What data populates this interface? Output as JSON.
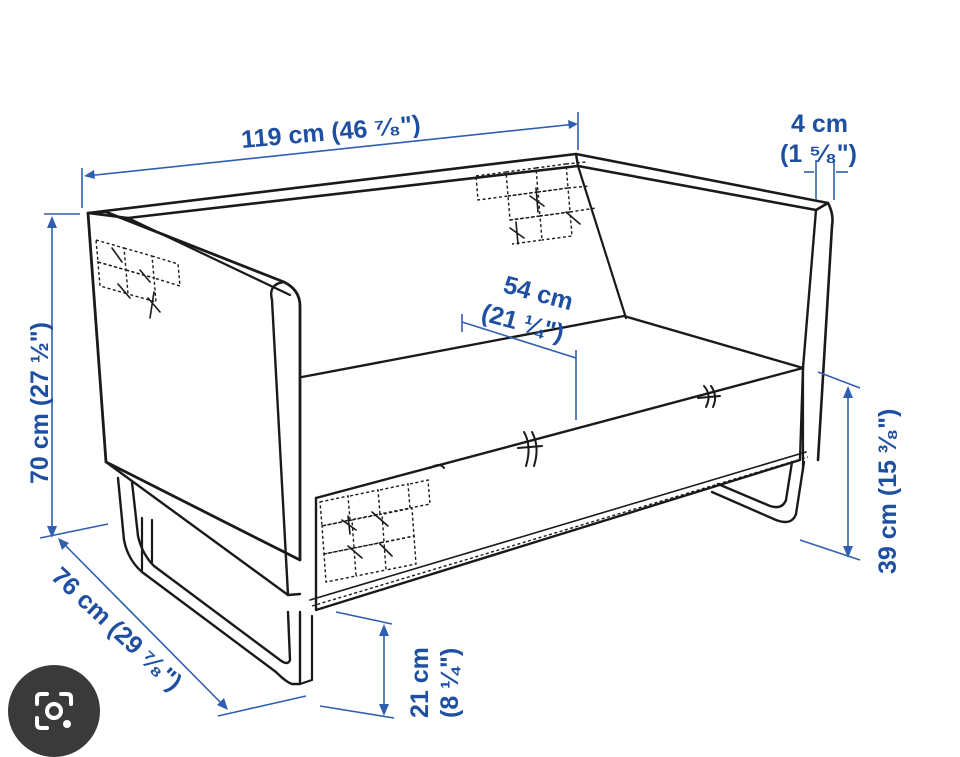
{
  "dimensions": {
    "width": "119 cm (46 ⁷⁄₈\")",
    "thickness_cm": "4 cm",
    "thickness_in": "(1 ⁵⁄₈\")",
    "seat_depth_cm": "54 cm",
    "seat_depth_in": "(21 ¼\")",
    "height": "70 cm (27 ½\")",
    "seat_height": "39 cm (15 ³⁄₈\")",
    "depth": "76 cm (29 ⁷⁄₈\")",
    "leg_height_cm": "21 cm",
    "leg_height_in": "(8 ¼\")"
  },
  "colors": {
    "dimension": "#1f4fa0",
    "ink": "#1a1a1a",
    "lens_button": "#3a3a3a"
  },
  "icons": {
    "lens_button": "camera-lens-icon"
  }
}
